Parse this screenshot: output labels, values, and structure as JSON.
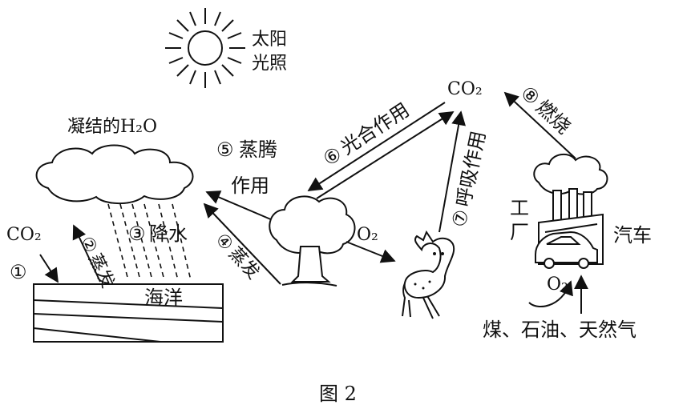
{
  "figure": {
    "caption": "图 2"
  },
  "labels": {
    "sun": [
      "太阳",
      "光照"
    ],
    "cloud": "凝结的H₂O",
    "co2_left": "CO₂",
    "co2_top": "CO₂",
    "ocean": "海洋",
    "o2_mid": "O₂",
    "o2_bottom": "O₂",
    "factory": "工厂",
    "car": "汽车",
    "fuels": "煤、石油、天然气"
  },
  "processes": [
    {
      "num": "①",
      "name": ""
    },
    {
      "num": "②",
      "name": "蒸发"
    },
    {
      "num": "③",
      "name": "降水"
    },
    {
      "num": "④",
      "name": "蒸发"
    },
    {
      "num": "⑤",
      "name": "蒸腾作用"
    },
    {
      "num": "⑥",
      "name": "光合作用"
    },
    {
      "num": "⑦",
      "name": "呼吸作用"
    },
    {
      "num": "⑧",
      "name": "燃烧"
    }
  ]
}
